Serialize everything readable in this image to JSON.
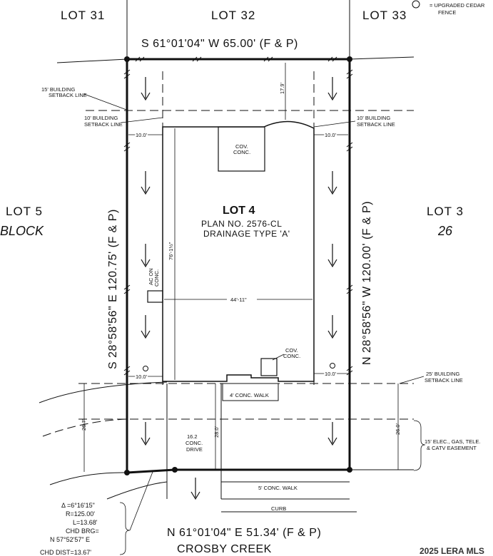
{
  "legend": {
    "symbol": "circle",
    "text_line1": "= UPGRADED CEDAR",
    "text_line2": "FENCE"
  },
  "neighbors": {
    "lot31": "LOT 31",
    "lot32": "LOT 32",
    "lot33": "LOT 33",
    "lot5": "LOT 5",
    "block": "BLOCK",
    "lot3": "LOT 3",
    "block_number": "26"
  },
  "lot": {
    "title": "LOT 4",
    "plan": "PLAN NO. 2576-CL",
    "drainage": "DRAINAGE TYPE 'A'"
  },
  "bearings": {
    "north": "S 61°01'04\" W 65.00' (F & P)",
    "west": "S 28°58'56\" E 120.75' (F & P)",
    "east": "N 28°58'56\" W 120.00' (F & P)",
    "south": "N 61°01'04\" E 51.34' (F & P)"
  },
  "setbacks": {
    "rear": "15' BUILDING\nSETBACK LINE",
    "side_left": "10' BUILDING\nSETBACK LINE",
    "side_right": "10' BUILDING\nSETBACK LINE",
    "front": "25' BUILDING\nSETBACK LINE",
    "easement": "15' ELEC., GAS, TELE.\n& CATV EASEMENT"
  },
  "dimensions": {
    "rear_depth": "17.9'",
    "side_left_top": "10.0'",
    "side_right_top": "10.0'",
    "side_left_bottom": "10.0'",
    "side_right_bottom": "10.0'",
    "house_depth": "76'-1½\"",
    "house_width": "44'-11\"",
    "front_yard": "28.0'",
    "left_frontage": "26.7'",
    "right_frontage": "26.0'"
  },
  "features": {
    "cov_conc_top": "COV.\nCONC.",
    "cov_conc_bottom": "COV.\nCONC.",
    "ac_pad": "AC ON\nCONC.",
    "conc_walk": "4' CONC. WALK",
    "drive": "16.2\nCONC.\nDRIVE",
    "sidewalk": "5' CONC. WALK",
    "curb": "CURB",
    "street": "CROSBY CREEK"
  },
  "curve": {
    "delta": "Δ =6°16'15\"",
    "radius": "R=125.00'",
    "length": "L=13.68'",
    "chd_brg": "CHD BRG=",
    "chd_brg_value": "N 57°52'57\" E",
    "chd_dist": "CHD DIST=13.67'"
  },
  "watermark": "2025 LERA MLS"
}
